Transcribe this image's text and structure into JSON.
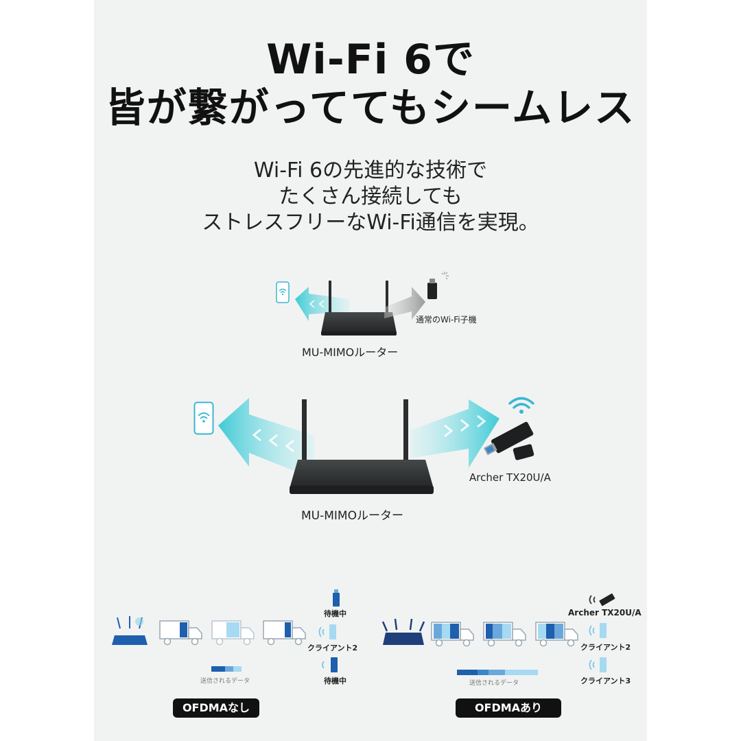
{
  "headline": {
    "line1": "Wi-Fi 6で",
    "line2": "皆が繋がっててもシームレス"
  },
  "subtitle": {
    "line1": "Wi-Fi 6の先進的な技術で",
    "line2": "たくさん接続しても",
    "line3": "ストレスフリーなWi-Fi通信を実現。"
  },
  "diagram_top": {
    "router_label": "MU-MIMOルーター",
    "adapter_label": "通常のWi-Fi子機"
  },
  "diagram_mid": {
    "router_label": "MU-MIMOルーター",
    "adapter_label": "Archer TX20U/A"
  },
  "ofdma_off": {
    "badge": "OFDMAなし",
    "data_label": "送信されるデータ",
    "client_top": "待機中",
    "client_mid": "クライアント2",
    "client_bottom": "待機中"
  },
  "ofdma_on": {
    "badge": "OFDMAあり",
    "data_label": "送信されるデータ",
    "client_top": "Archer TX20U/A",
    "client_mid": "クライアント2",
    "client_bottom": "クライアント3"
  },
  "colors": {
    "background": "#f1f3f2",
    "accent_blue": "#1e6fc0",
    "cyan_arrow": "#55d3dd",
    "router_dark": "#2e3133"
  }
}
